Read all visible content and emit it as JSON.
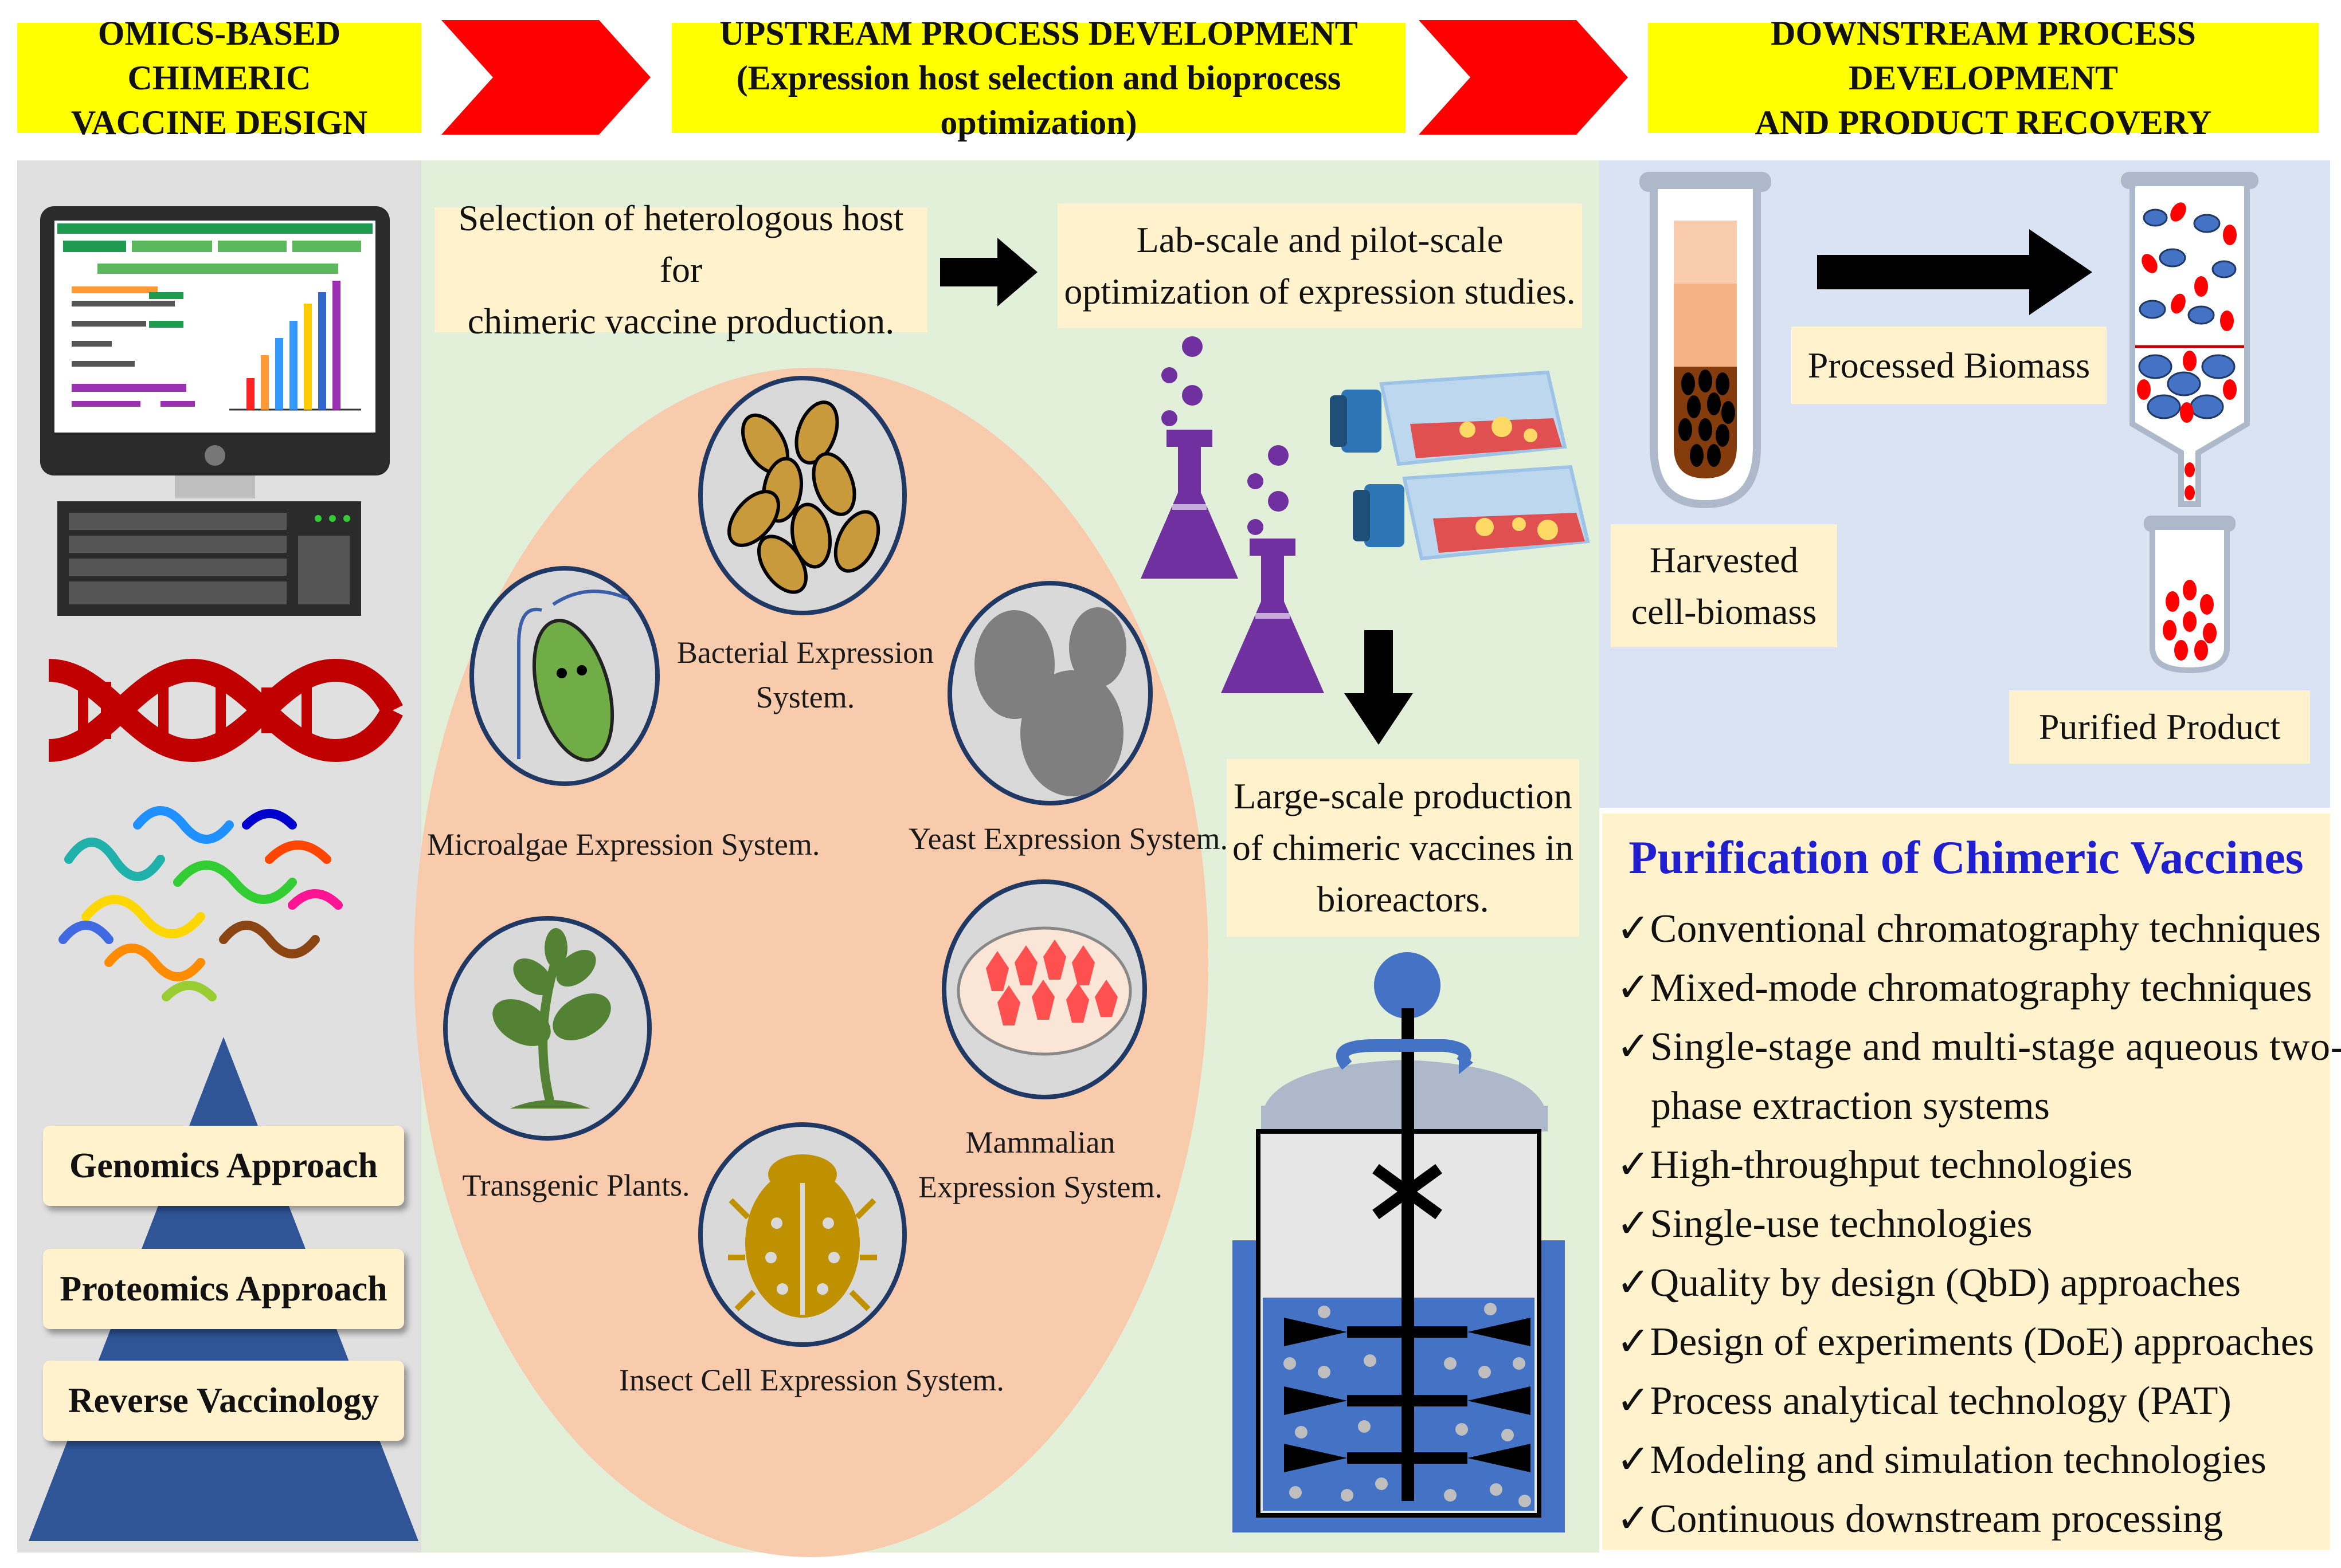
{
  "headers": {
    "omics": [
      "OMICS-BASED CHIMERIC",
      "VACCINE  DESIGN"
    ],
    "upstream": [
      "UPSTREAM PROCESS DEVELOPMENT",
      "(Expression host selection and bioprocess optimization)"
    ],
    "downstream": [
      "DOWNSTREAM  PROCESS DEVELOPMENT",
      "AND PRODUCT RECOVERY"
    ]
  },
  "left": {
    "approaches": [
      "Genomics Approach",
      "Proteomics Approach",
      "Reverse Vaccinology"
    ]
  },
  "middle": {
    "selection_box": [
      "Selection of heterologous host for",
      "chimeric vaccine production."
    ],
    "optimization_box": [
      "Lab-scale and pilot-scale",
      "optimization of expression studies."
    ],
    "large_scale_box": [
      "Large-scale production",
      "of chimeric vaccines in",
      "bioreactors."
    ],
    "systems": {
      "bacterial": [
        "Bacterial Expression",
        "System."
      ],
      "microalgae": "Microalgae  Expression System.",
      "yeast": "Yeast Expression System.",
      "transgenic": "Transgenic Plants.",
      "mammalian": [
        "Mammalian",
        "Expression System."
      ],
      "insect": "Insect Cell Expression System."
    }
  },
  "right": {
    "processed_biomass": "Processed Biomass",
    "harvested": [
      "Harvested",
      "cell-biomass"
    ],
    "purified_product": "Purified Product",
    "purification_title": "Purification of Chimeric Vaccines",
    "purification_items": [
      "✓Conventional chromatography techniques",
      "✓Mixed-mode chromatography techniques",
      "✓Single-stage and multi-stage aqueous two-",
      "phase extraction systems",
      "✓High-throughput technologies",
      "✓Single-use technologies",
      "✓Quality by design (QbD) approaches",
      "✓Design of experiments (DoE) approaches",
      "✓Process analytical technology (PAT)",
      "✓Modeling and simulation technologies",
      "✓Continuous downstream processing"
    ]
  },
  "colors": {
    "header_bg": "#ffff00",
    "chevron": "#ff0000",
    "left_panel": "#e0e0e0",
    "middle_panel": "#e2efd9",
    "right_panel": "#dae3f3",
    "box_bg": "#fff2cc",
    "oval": "#f8cbad",
    "pyramid": "#2f5597",
    "dna": "#c00000",
    "flask": "#7030a0",
    "purification_title": "#1f1fd0"
  }
}
